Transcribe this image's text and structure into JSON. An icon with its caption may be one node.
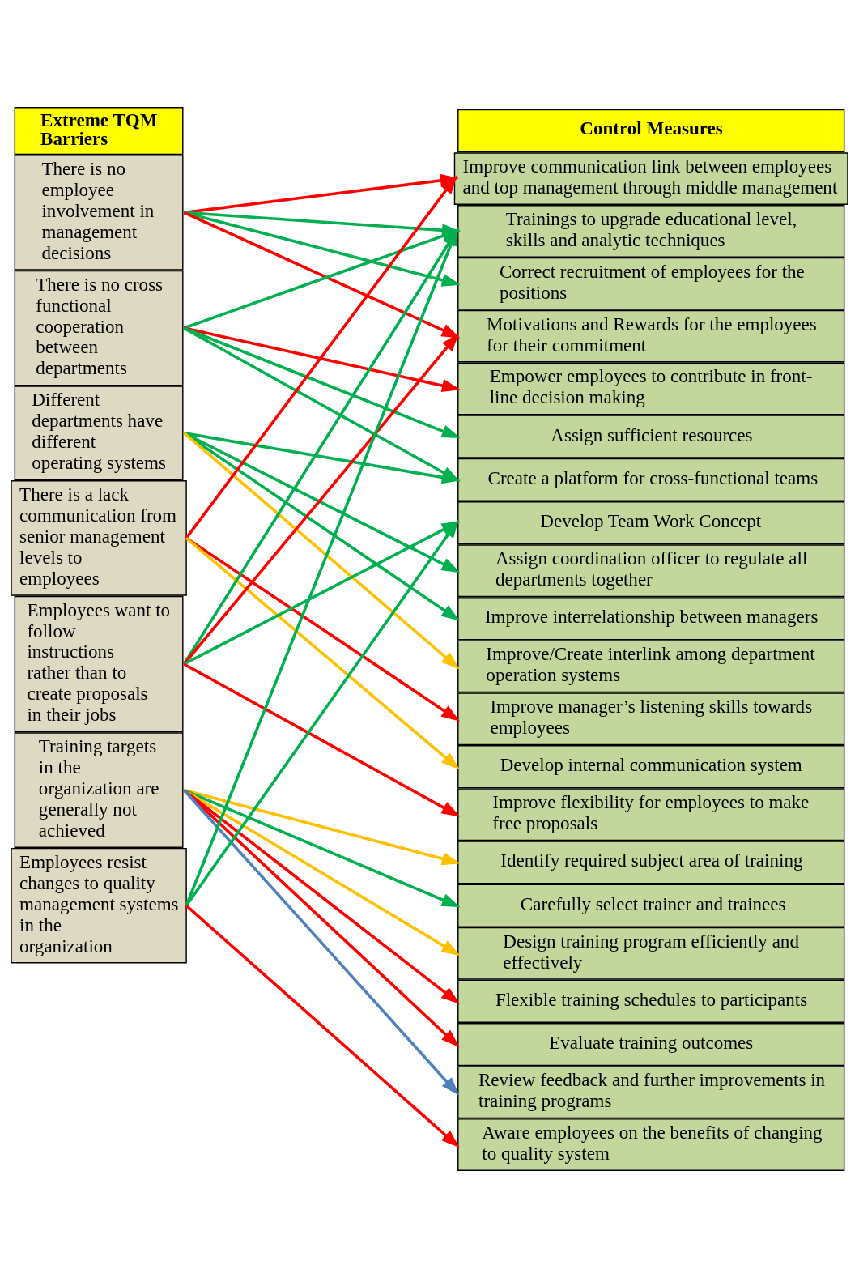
{
  "diagram": {
    "nodes": [
      {
        "text": [
          "Extreme TQM Barriers"
        ]
      },
      {
        "text": [
          "There is no employee involvement in management decisions"
        ]
      },
      {
        "text": [
          "There is no cross functional cooperation between departments"
        ]
      },
      {
        "text": [
          "Different departments have different operating systems"
        ]
      },
      {
        "text": [
          "There is a lack communication from senior management levels to employees"
        ]
      },
      {
        "text": [
          "Employees want to follow instructions rather than to create proposals in their jobs"
        ]
      },
      {
        "text": [
          "Training targets in the organization are generally not achieved"
        ]
      },
      {
        "text": [
          "Employees resist changes to quality management systems in the organization"
        ]
      },
      {
        "text": [
          "Control Measures"
        ]
      },
      {
        "text": [
          "Improve communication link between employees and top management through middle management"
        ]
      },
      {
        "text": [
          "Trainings to upgrade educational level, skills and analytic techniques"
        ]
      },
      {
        "text": [
          "Correct recruitment of employees for the positions"
        ]
      },
      {
        "text": [
          "Motivations and Rewards for the employees for their commitment"
        ]
      },
      {
        "text": [
          "Empower employees to contribute in front-line decision making"
        ]
      },
      {
        "text": [
          "Assign sufficient resources"
        ]
      },
      {
        "text": [
          "Create a platform for cross-functional teams"
        ]
      },
      {
        "text": [
          "Develop Team Work Concept"
        ]
      },
      {
        "text": [
          "Assign coordination officer to regulate all departments together"
        ]
      },
      {
        "text": [
          "Improve interrelationship between managers"
        ]
      },
      {
        "text": [
          "Improve/Create interlink among department operation systems"
        ]
      },
      {
        "text": [
          "Improve manager’s listening skills towards employees"
        ]
      },
      {
        "text": [
          "Develop internal communication system"
        ]
      },
      {
        "text": [
          "Improve flexibility for employees to make free proposals"
        ]
      },
      {
        "text": [
          "Identify required subject area of training"
        ]
      },
      {
        "text": [
          "Carefully select trainer and trainees"
        ]
      },
      {
        "text": [
          "Design training program efficiently and effectively"
        ]
      },
      {
        "text": [
          "Flexible training schedules to participants"
        ]
      },
      {
        "text": [
          "Evaluate training outcomes"
        ]
      },
      {
        "text": [
          "Review feedback and further improvements in training programs"
        ]
      },
      {
        "text": [
          "Aware employees on the benefits of changing to quality system"
        ]
      }
    ],
    "edges": [
      {
        "from": 1,
        "to": 9,
        "arrow": "to",
        "color": "#ff0000"
      },
      {
        "from": 1,
        "to": 10,
        "arrow": "to",
        "color": "#00b050"
      },
      {
        "from": 1,
        "to": 11,
        "arrow": "to",
        "color": "#00b050"
      },
      {
        "from": 1,
        "to": 12,
        "arrow": "to",
        "color": "#ff0000"
      },
      {
        "from": 2,
        "to": 10,
        "arrow": "to",
        "color": "#00b050"
      },
      {
        "from": 2,
        "to": 13,
        "arrow": "to",
        "color": "#ff0000"
      },
      {
        "from": 2,
        "to": 14,
        "arrow": "to",
        "color": "#00b050"
      },
      {
        "from": 2,
        "to": 15,
        "arrow": "to",
        "color": "#00b050"
      },
      {
        "from": 3,
        "to": 15,
        "arrow": "to",
        "color": "#00b050"
      },
      {
        "from": 3,
        "to": 17,
        "arrow": "to",
        "color": "#00b050"
      },
      {
        "from": 3,
        "to": 18,
        "arrow": "to",
        "color": "#00b050"
      },
      {
        "from": 3,
        "to": 19,
        "arrow": "to",
        "color": "#ffc000"
      },
      {
        "from": 4,
        "to": 9,
        "arrow": "to",
        "color": "#ff0000"
      },
      {
        "from": 4,
        "to": 20,
        "arrow": "to",
        "color": "#ff0000"
      },
      {
        "from": 4,
        "to": 21,
        "arrow": "to",
        "color": "#ffc000"
      },
      {
        "from": 5,
        "to": 10,
        "arrow": "to",
        "color": "#00b050"
      },
      {
        "from": 5,
        "to": 12,
        "arrow": "to",
        "color": "#ff0000"
      },
      {
        "from": 5,
        "to": 16,
        "arrow": "to",
        "color": "#00b050"
      },
      {
        "from": 5,
        "to": 22,
        "arrow": "to",
        "color": "#ff0000"
      },
      {
        "from": 6,
        "to": 23,
        "arrow": "to",
        "color": "#ffc000"
      },
      {
        "from": 6,
        "to": 24,
        "arrow": "to",
        "color": "#00b050"
      },
      {
        "from": 6,
        "to": 25,
        "arrow": "to",
        "color": "#ffc000"
      },
      {
        "from": 6,
        "to": 26,
        "arrow": "to",
        "color": "#ff0000"
      },
      {
        "from": 6,
        "to": 27,
        "arrow": "to",
        "color": "#ff0000"
      },
      {
        "from": 6,
        "to": 28,
        "arrow": "to",
        "color": "#4f81bd"
      },
      {
        "from": 7,
        "to": 10,
        "arrow": "to",
        "color": "#00b050"
      },
      {
        "from": 7,
        "to": 16,
        "arrow": "to",
        "color": "#00b050"
      },
      {
        "from": 7,
        "to": 29,
        "arrow": "to",
        "color": "#ff0000"
      }
    ]
  }
}
